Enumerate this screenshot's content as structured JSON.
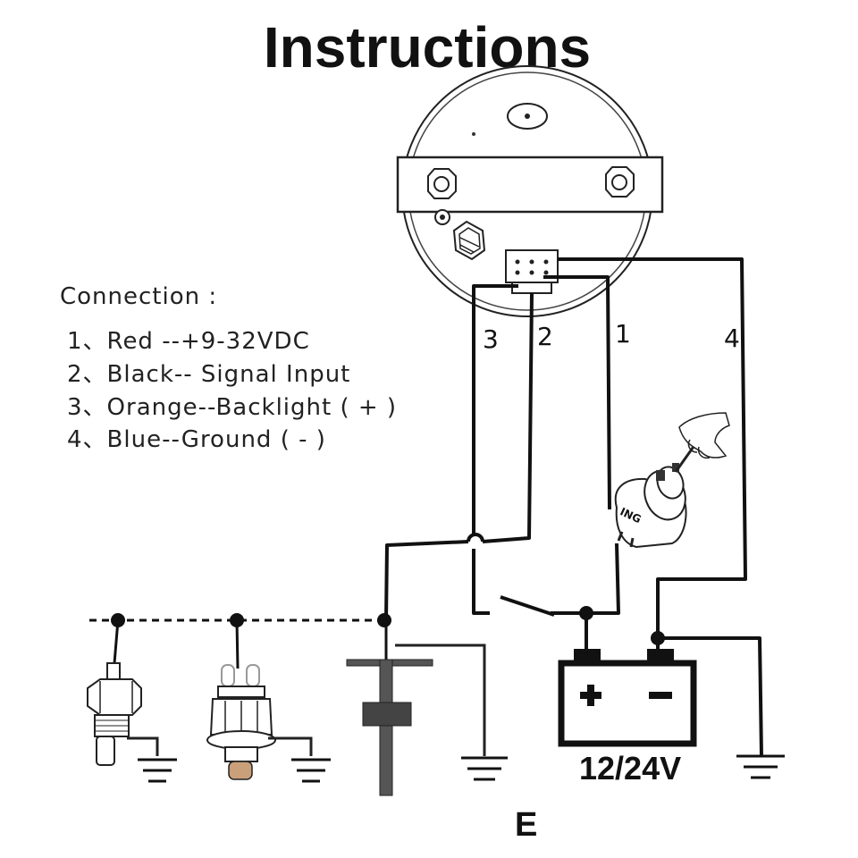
{
  "title": "Instructions",
  "connection": {
    "heading": "Connection :",
    "items": [
      "1、Red --+9-32VDC",
      "2、Black-- Signal  Input",
      "3、Orange--Backlight ( + )",
      "4、Blue--Ground ( - )"
    ]
  },
  "wire_labels": [
    "3",
    "2",
    "1",
    "4"
  ],
  "ignition_label": "ING",
  "battery": {
    "plus": "+",
    "minus": "−",
    "voltage": "12/24V"
  },
  "ground_letter": "E"
}
